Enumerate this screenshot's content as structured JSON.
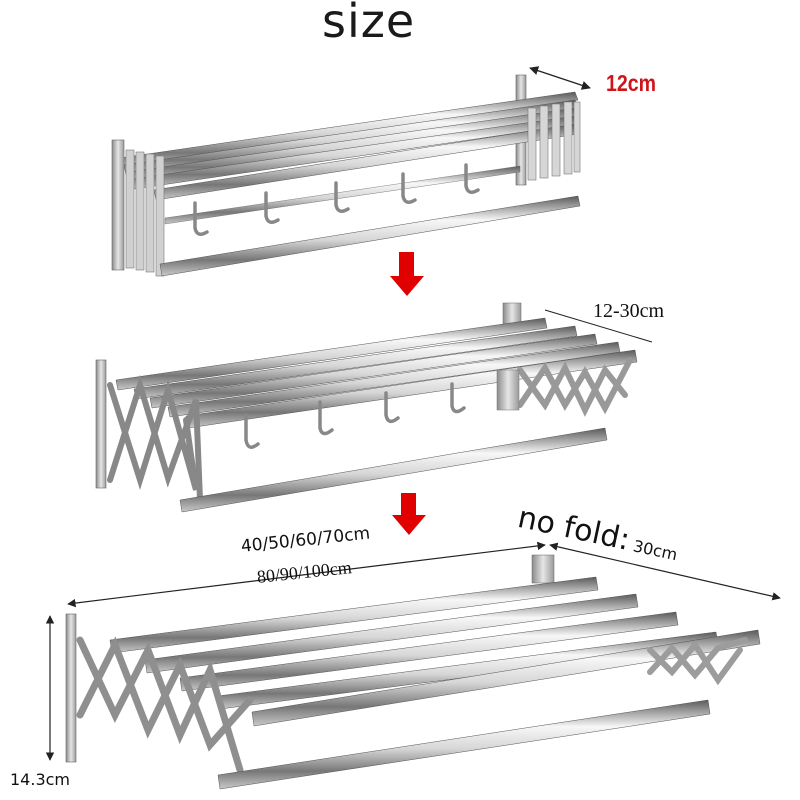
{
  "title": "size",
  "panels": [
    {
      "state": "folded",
      "dimension_label": "12cm",
      "label_color": "#d0141b",
      "hooks": 5
    },
    {
      "state": "half-extended",
      "dimension_label": "12-30cm",
      "hooks": 4
    },
    {
      "state": "fully-extended",
      "dimension_label_depth": "no fold: 30cm",
      "dimension_label_depth_prefix": "no fold:",
      "dimension_label_depth_value": "30cm",
      "dimension_label_length_short": "40/50/60/70cm",
      "dimension_label_length_long": "80/90/100cm",
      "dimension_label_height": "14.3cm"
    }
  ],
  "arrows": [
    {
      "icon": "down-arrow-icon",
      "color": "#e00000"
    },
    {
      "icon": "down-arrow-icon",
      "color": "#e00000"
    }
  ],
  "colors": {
    "steel_light": "#f2f2f2",
    "steel_mid": "#b8b8b8",
    "steel_dark": "#555555",
    "arrow_red": "#e00000",
    "text_red": "#d0141b"
  }
}
